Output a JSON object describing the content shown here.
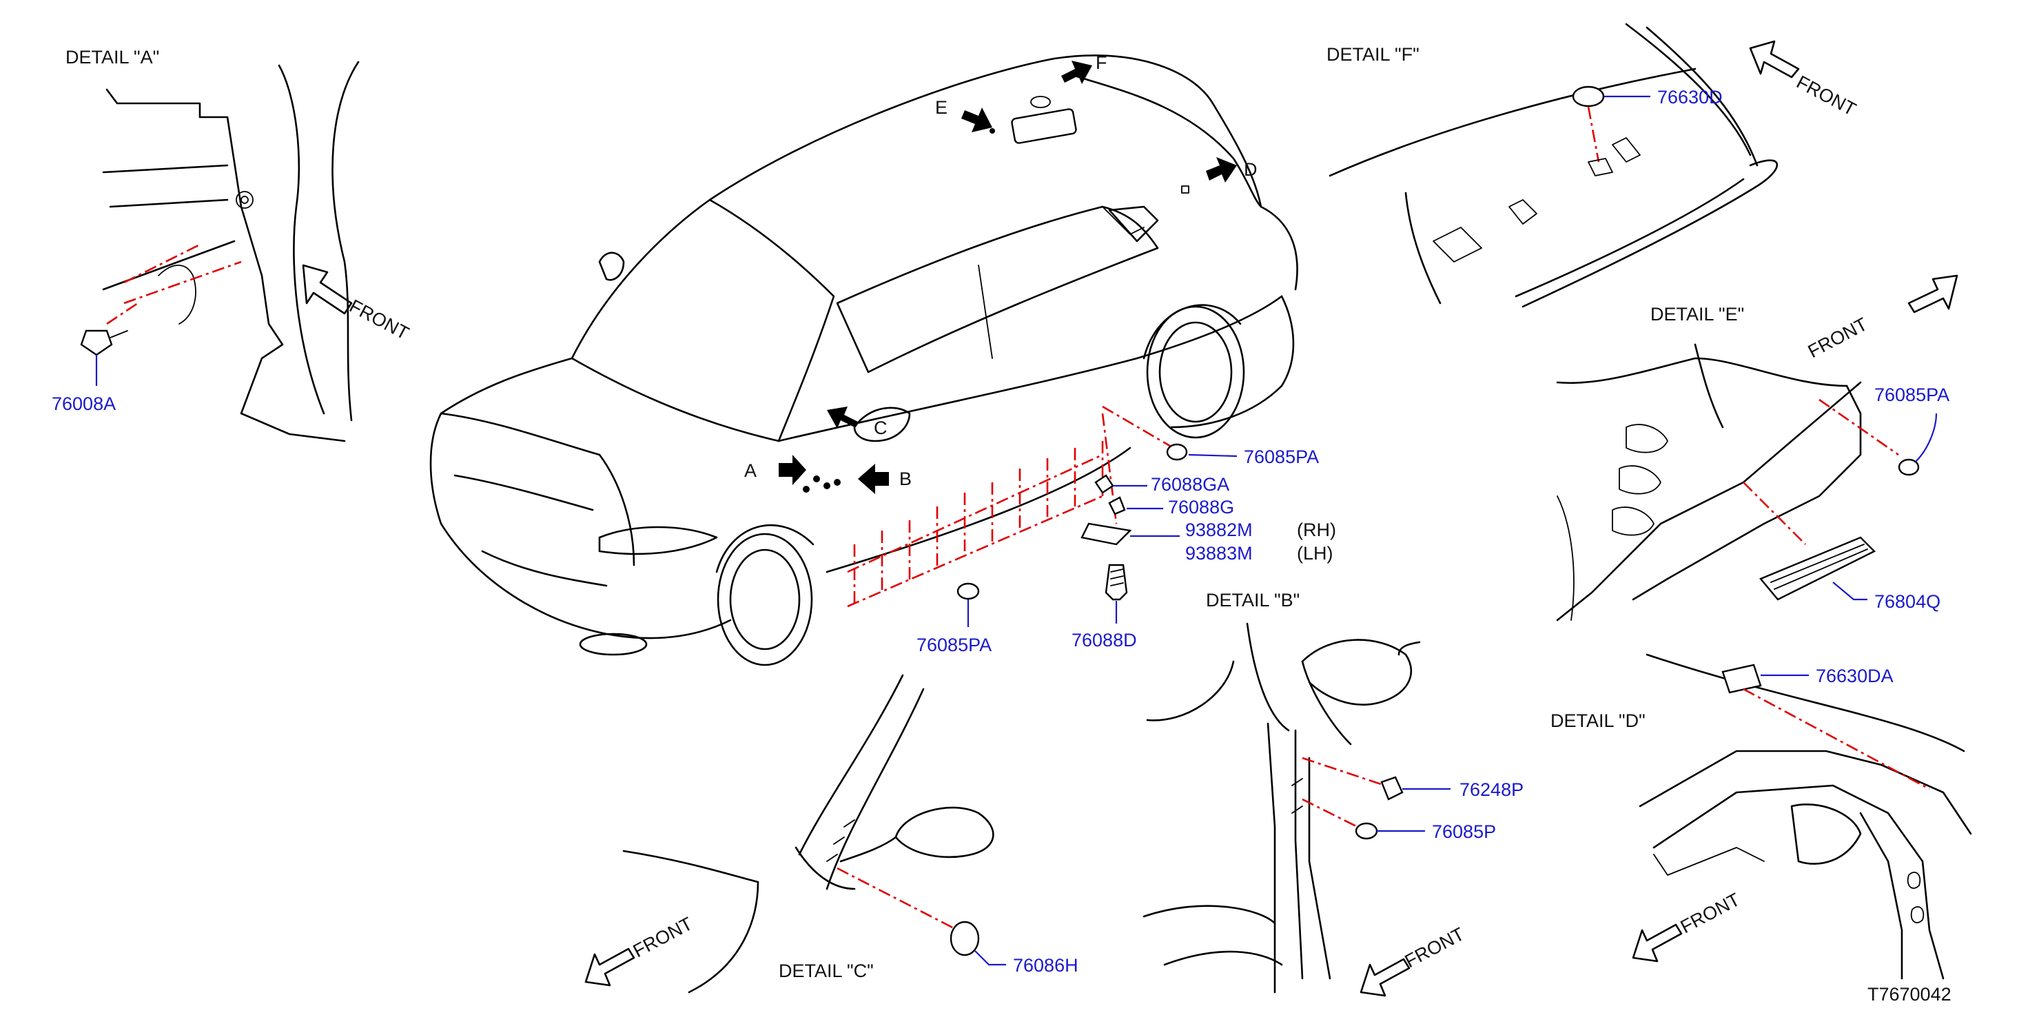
{
  "diagram_id": "T7670042",
  "front_label": "FRONT",
  "details": {
    "a": "DETAIL  \"A\"",
    "b": "DETAIL  \"B\"",
    "c": "DETAIL  \"C\"",
    "d": "DETAIL  \"D\"",
    "e": "DETAIL  \"E\"",
    "f": "DETAIL  \"F\""
  },
  "car_callouts": {
    "a": "A",
    "b": "B",
    "c": "C",
    "d": "D",
    "e": "E",
    "f": "F"
  },
  "parts": {
    "p76008A": "76008A",
    "p76085PA_rear": "76085PA",
    "p76088GA": "76088GA",
    "p76088G": "76088G",
    "p93882M": "93882M",
    "p93882M_side": "(RH)",
    "p93883M": "93883M",
    "p93883M_side": "(LH)",
    "p76085PA_sill": "76085PA",
    "p76088D": "76088D",
    "p76630D": "76630D",
    "p76085PA_e": "76085PA",
    "p76804Q": "76804Q",
    "p76630DA": "76630DA",
    "p76248P": "76248P",
    "p76085P": "76085P",
    "p76086H": "76086H"
  },
  "colors": {
    "part_number": "#1a1acc",
    "guide_line": "#e00000",
    "line_art": "#000000"
  }
}
